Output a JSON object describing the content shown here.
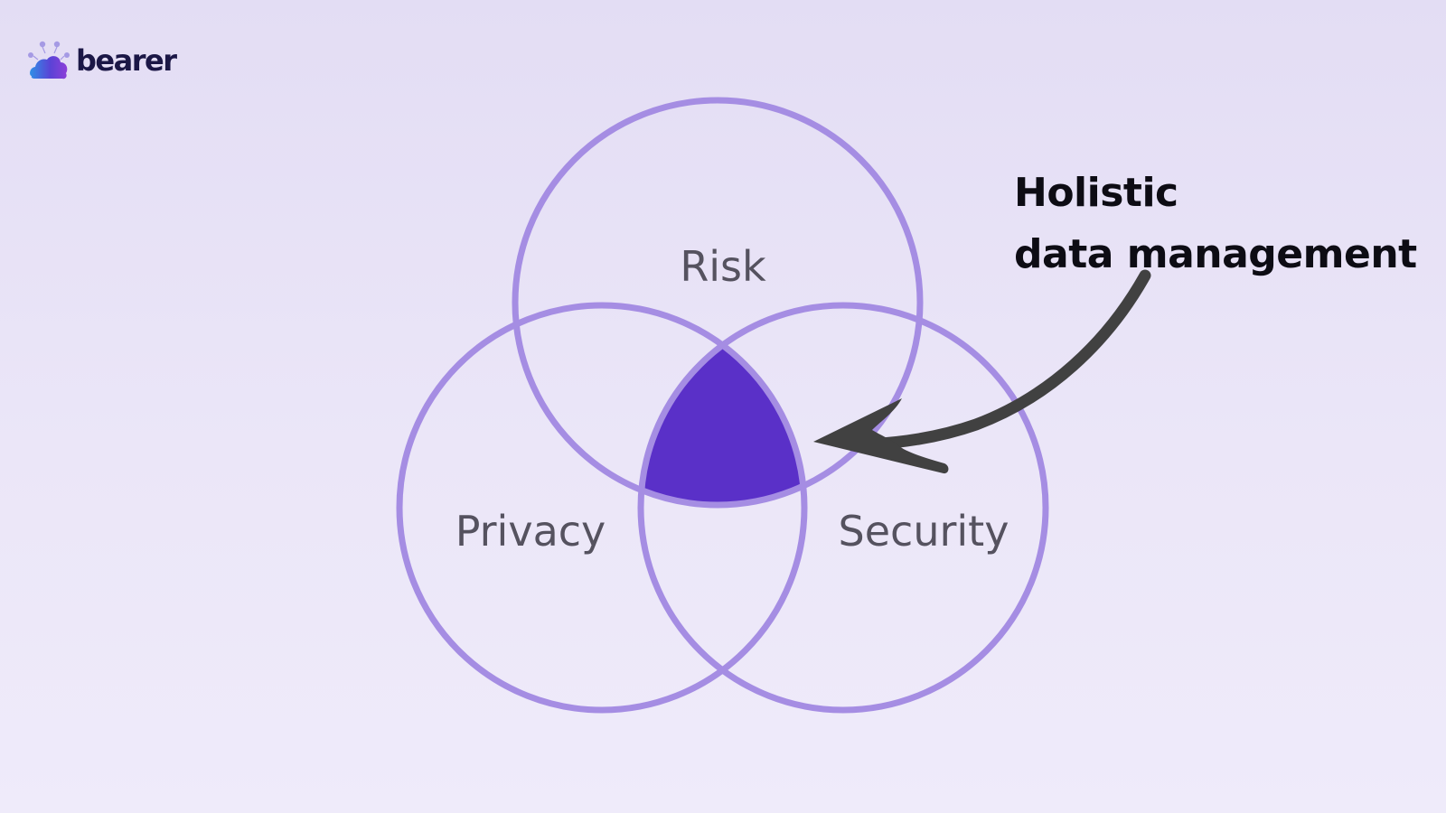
{
  "brand": {
    "name": "bearer",
    "icon": "bearer-cloud-logo-icon"
  },
  "venn": {
    "circles": [
      {
        "label": "Risk"
      },
      {
        "label": "Privacy"
      },
      {
        "label": "Security"
      }
    ],
    "intersection_color": "#5a30c8",
    "circle_stroke_color": "#a58de3"
  },
  "callout": {
    "line1": "Holistic",
    "line2": "data management",
    "arrow_icon": "curved-arrow-icon"
  }
}
